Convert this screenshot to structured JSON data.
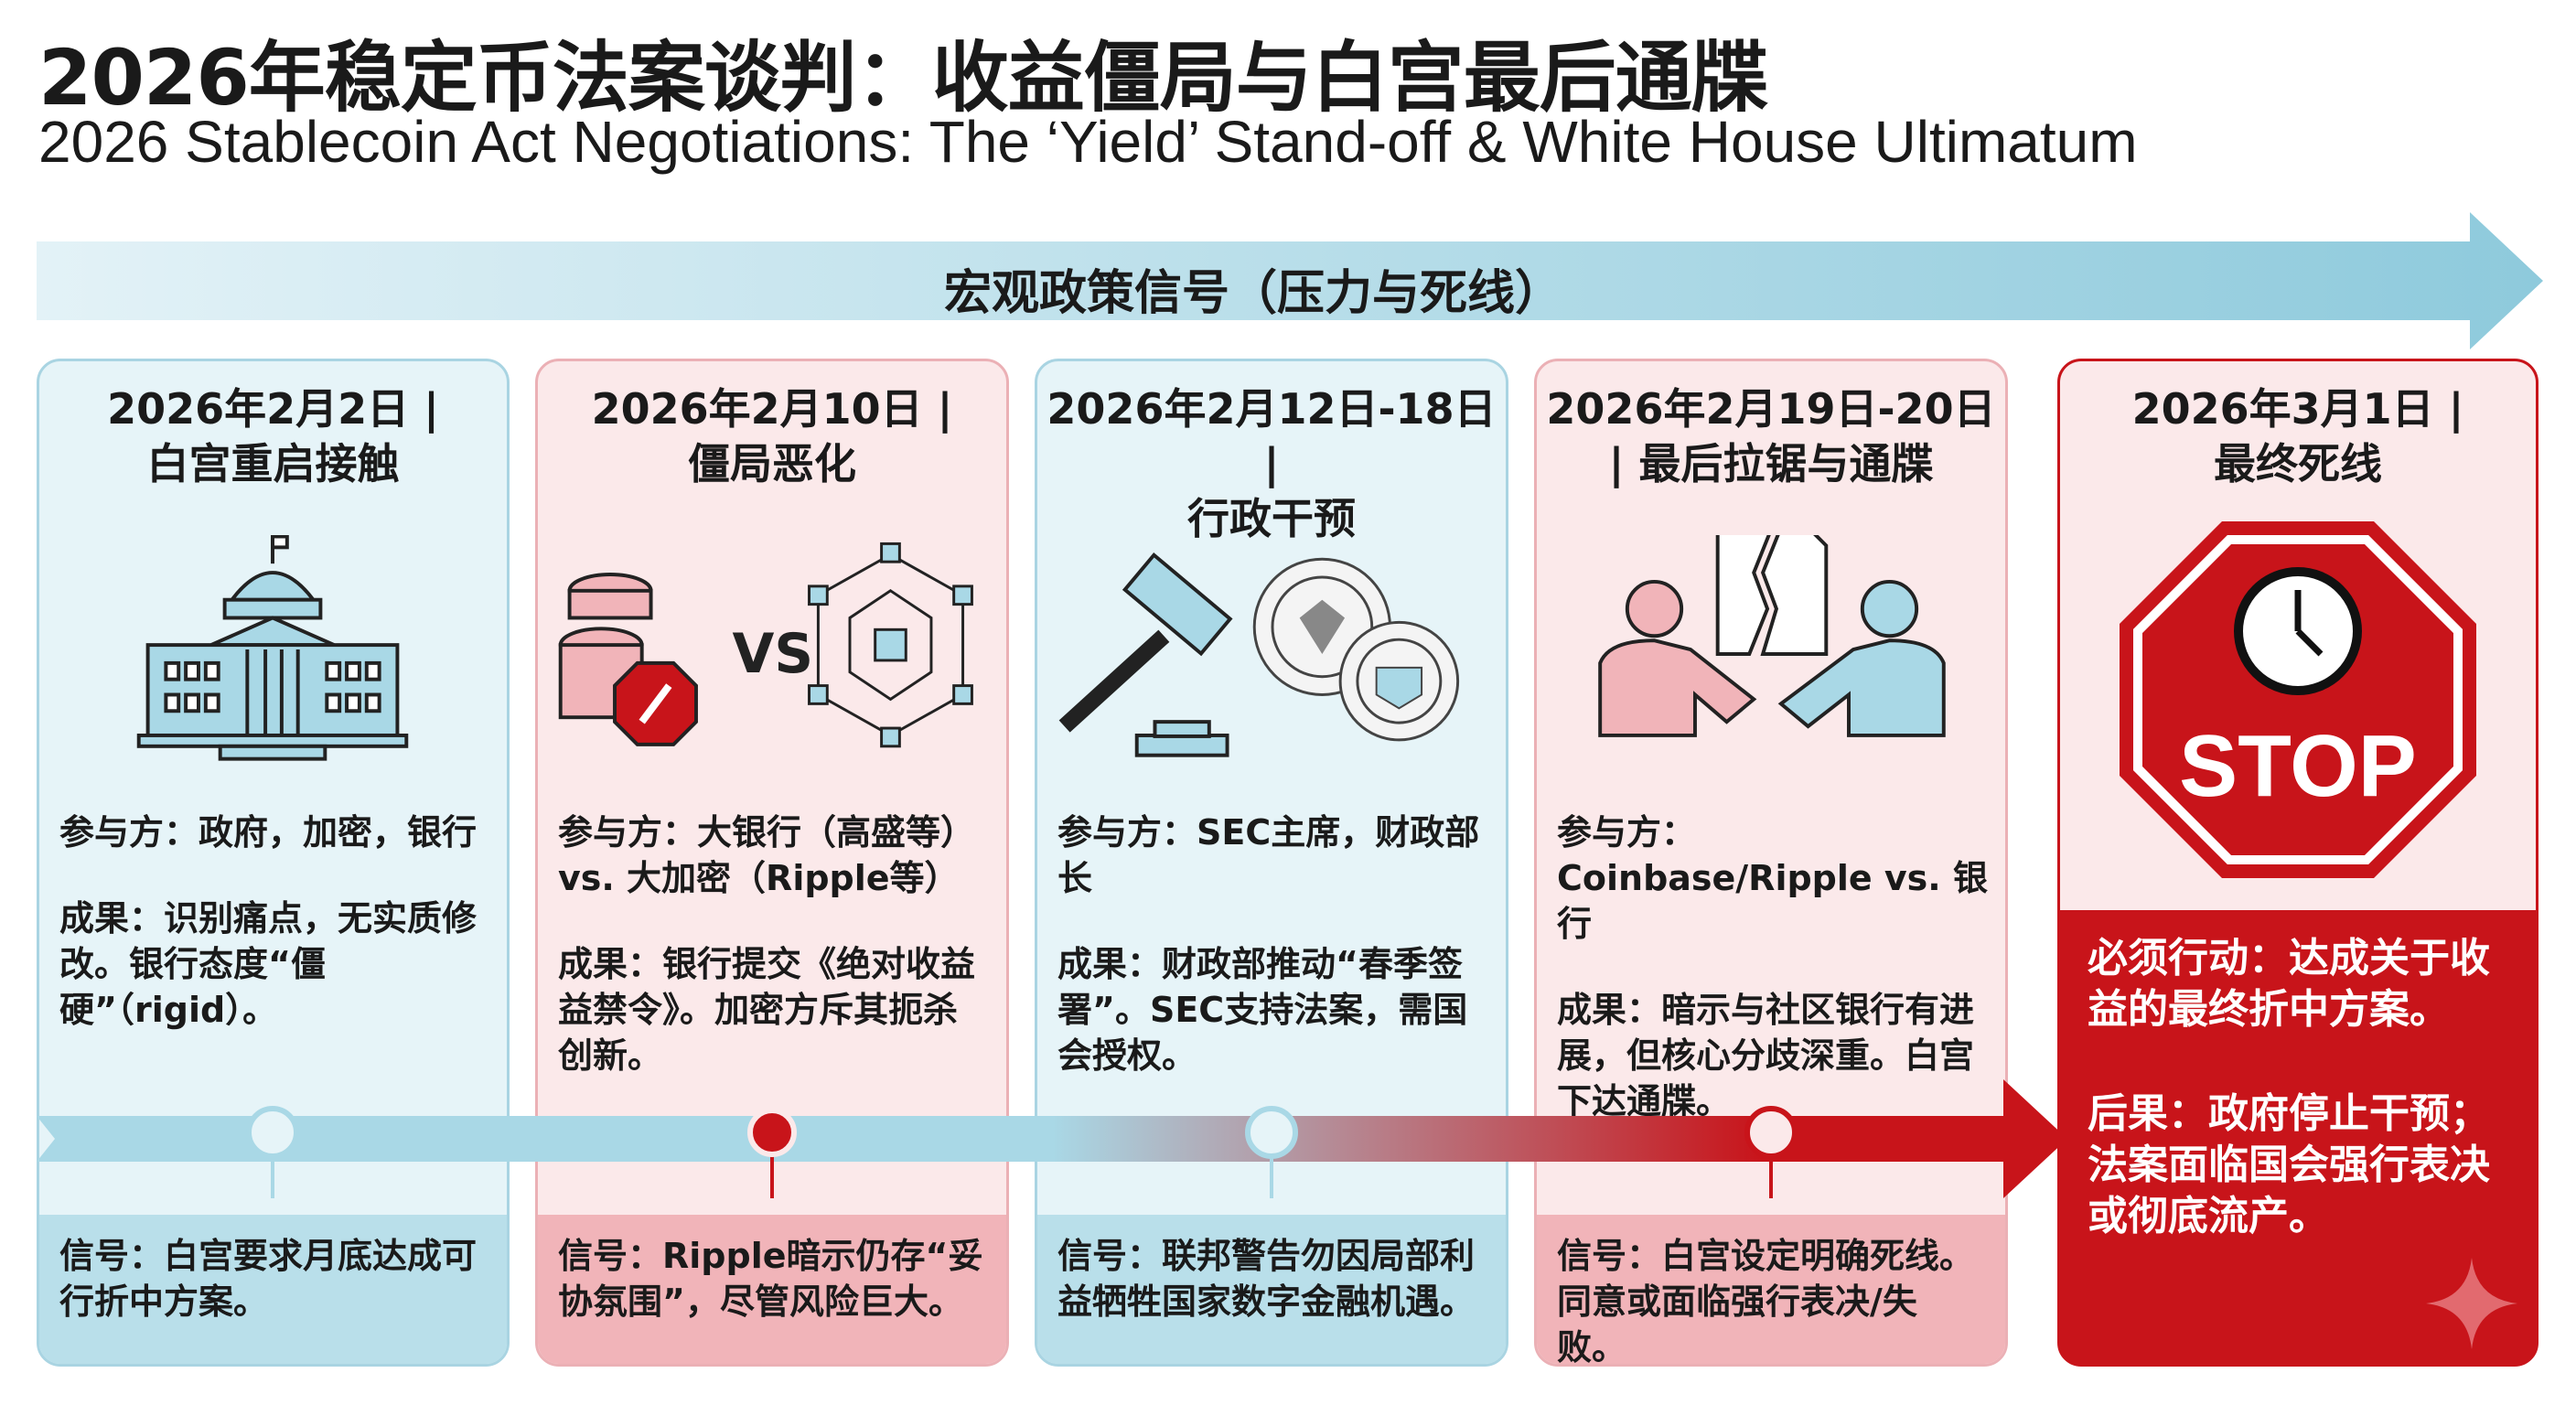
{
  "title_zh": "2026年稳定币法案谈判：收益僵局与白宫最后通牒",
  "title_en": "2026 Stablecoin Act Negotiations: The ‘Yield’ Stand-off & White House Ultimatum",
  "banner": "宏观政策信号（压力与死线）",
  "colors": {
    "blue": "#7fc4d8",
    "red": "#c8141a",
    "pale_blue": "#e6f4f8",
    "pale_red": "#fbe9ea"
  },
  "cards": [
    {
      "date": "2026年2月2日 |",
      "event": "白宫重启接触",
      "icon": "capitol-building-icon",
      "parties": "参与方：政府，加密，银行",
      "result": "成果：识别痛点，无实质修改。银行态度“僵硬”（rigid）。",
      "signal": "信号：白宫要求月底达成可行折中方案。"
    },
    {
      "date": "2026年2月10日 |",
      "event": "僵局恶化",
      "icon": "coins-vs-blockchain-icon",
      "vs": "VS",
      "parties": "参与方：大银行（高盛等）vs. 大加密（Ripple等）",
      "result": "成果：银行提交《绝对收益益禁令》。加密方斥其扼杀创新。",
      "signal": "信号：Ripple暗示仍存“妥协氛围”，尽管风险巨大。"
    },
    {
      "date": "2026年2月12日-18日 |",
      "event": "行政干预",
      "icon": "gavel-and-seals-icon",
      "parties": "参与方：SEC主席，财政部长",
      "result": "成果：财政部推动“春季签署”。SEC支持法案，需国会授权。",
      "signal": "信号：联邦警告勿因局部利益牺牲国家数字金融机遇。"
    },
    {
      "date": "2026年2月19日-20日",
      "event": "| 最后拉锯与通牒",
      "icon": "handshake-torn-document-icon",
      "parties": "参与方：Coinbase/Ripple vs. 银行",
      "result": "成果：暗示与社区银行有进展，但核心分歧深重。白宫下达通牒。",
      "signal": "信号：白宫设定明确死线。同意或面临强行表决/失败。"
    }
  ],
  "final": {
    "date": "2026年3月1日 |",
    "event": "最终死线",
    "icon": "stop-sign-clock-icon",
    "stop": "STOP",
    "action": "必须行动：达成关于收益的最终折中方案。",
    "consequence": "后果：政府停止干预；法案面临国会强行表决或彻底流产。"
  }
}
